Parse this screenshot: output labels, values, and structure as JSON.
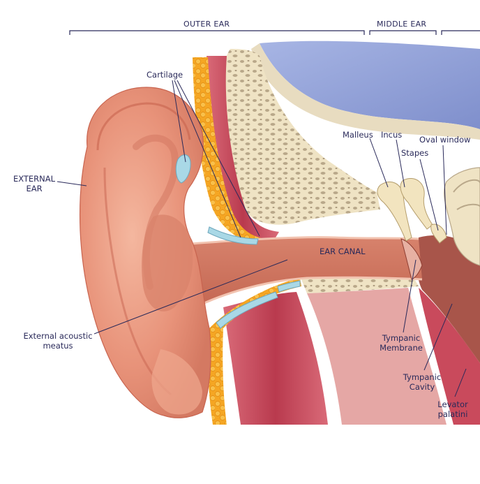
{
  "sections": {
    "outer": "OUTER EAR",
    "middle": "MIDDLE EAR"
  },
  "labels": {
    "cartilage": "Cartilage",
    "external_ear_1": "EXTERNAL",
    "external_ear_2": "EAR",
    "ear_canal": "EAR CANAL",
    "external_acoustic_1": "External acoustic",
    "external_acoustic_2": "meatus",
    "malleus": "Malleus",
    "incus": "Incus",
    "stapes": "Stapes",
    "oval_window": "Oval window",
    "tympanic_membrane_1": "Tympanic",
    "tympanic_membrane_2": "Membrane",
    "tympanic_cavity_1": "Tympanic",
    "tympanic_cavity_2": "Cavity",
    "levator_1": "Levator",
    "levator_2": "palatini"
  },
  "colors": {
    "label_text": "#2a2a5a",
    "leader_line": "#2a2a5a",
    "skin": "#e8937a",
    "skin_dark": "#c8644f",
    "cartilage": "#f0a62a",
    "cartilage_blue": "#a9d8e6",
    "muscle": "#c94a5c",
    "bone": "#efe3c4",
    "brain": "#8e9fd6"
  }
}
